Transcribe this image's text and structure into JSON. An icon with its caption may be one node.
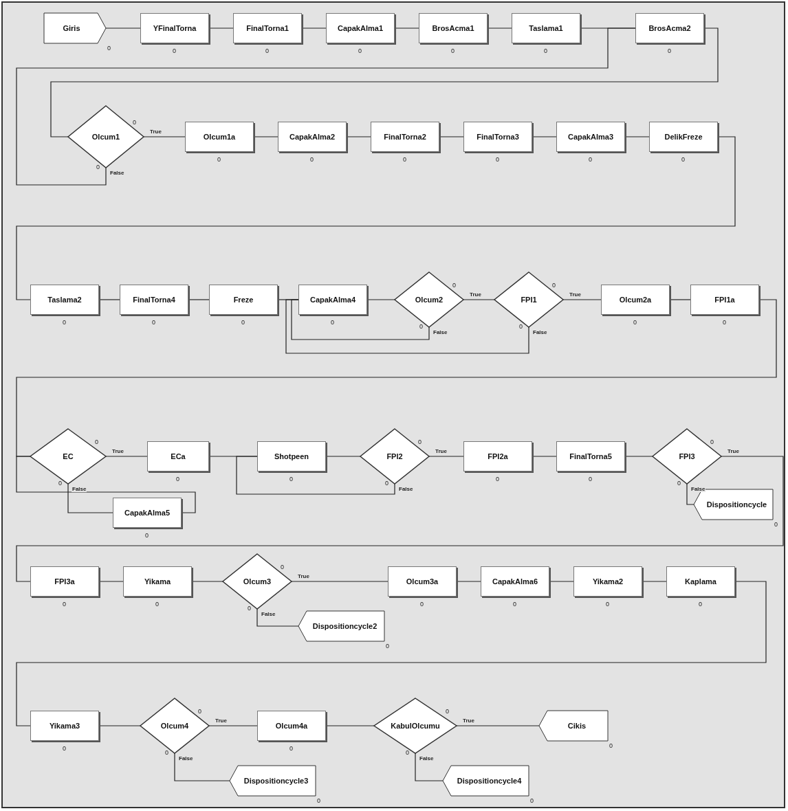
{
  "diagram": {
    "nodes": [
      {
        "text": [
          "Giris"
        ],
        "beside": [
          "0"
        ]
      },
      {
        "text": [
          "YFinalTorna"
        ],
        "beside": [
          "0"
        ]
      },
      {
        "text": [
          "FinalTorna1"
        ],
        "beside": [
          "0"
        ]
      },
      {
        "text": [
          "CapakAlma1"
        ],
        "beside": [
          "0"
        ]
      },
      {
        "text": [
          "BrosAcma1"
        ],
        "beside": [
          "0"
        ]
      },
      {
        "text": [
          "Taslama1"
        ],
        "beside": [
          "0"
        ]
      },
      {
        "text": [
          "BrosAcma2"
        ],
        "beside": [
          "0"
        ]
      },
      {
        "text": [
          "Olcum1"
        ],
        "beside": [
          "0",
          "0"
        ]
      },
      {
        "text": [
          "Olcum1a"
        ],
        "beside": [
          "0"
        ]
      },
      {
        "text": [
          "CapakAlma2"
        ],
        "beside": [
          "0"
        ]
      },
      {
        "text": [
          "FinalTorna2"
        ],
        "beside": [
          "0"
        ]
      },
      {
        "text": [
          "FinalTorna3"
        ],
        "beside": [
          "0"
        ]
      },
      {
        "text": [
          "CapakAlma3"
        ],
        "beside": [
          "0"
        ]
      },
      {
        "text": [
          "DelikFreze"
        ],
        "beside": [
          "0"
        ]
      },
      {
        "text": [
          "Taslama2"
        ],
        "beside": [
          "0"
        ]
      },
      {
        "text": [
          "FinalTorna4"
        ],
        "beside": [
          "0"
        ]
      },
      {
        "text": [
          "Freze"
        ],
        "beside": [
          "0"
        ]
      },
      {
        "text": [
          "CapakAlma4"
        ],
        "beside": [
          "0"
        ]
      },
      {
        "text": [
          "Olcum2"
        ],
        "beside": [
          "0",
          "0"
        ]
      },
      {
        "text": [
          "FPI1"
        ],
        "beside": [
          "0",
          "0"
        ]
      },
      {
        "text": [
          "Olcum2a"
        ],
        "beside": [
          "0"
        ]
      },
      {
        "text": [
          "FPI1a"
        ],
        "beside": [
          "0"
        ]
      },
      {
        "text": [
          "EC"
        ],
        "beside": [
          "0",
          "0"
        ]
      },
      {
        "text": [
          "ECa"
        ],
        "beside": [
          "0"
        ]
      },
      {
        "text": [
          "Shotpeen"
        ],
        "beside": [
          "0"
        ]
      },
      {
        "text": [
          "FPI2"
        ],
        "beside": [
          "0",
          "0"
        ]
      },
      {
        "text": [
          "FPI2a"
        ],
        "beside": [
          "0"
        ]
      },
      {
        "text": [
          "FinalTorna5"
        ],
        "beside": [
          "0"
        ]
      },
      {
        "text": [
          "FPI3"
        ],
        "beside": [
          "0",
          "0"
        ]
      },
      {
        "text": [
          "Dispositioncycle"
        ],
        "beside": [
          "0"
        ]
      },
      {
        "text": [
          "CapakAlma5"
        ],
        "beside": [
          "0"
        ]
      },
      {
        "text": [
          "FPI3a"
        ],
        "beside": [
          "0"
        ]
      },
      {
        "text": [
          "Yikama"
        ],
        "beside": [
          "0"
        ]
      },
      {
        "text": [
          "Olcum3"
        ],
        "beside": [
          "0",
          "0"
        ]
      },
      {
        "text": [
          "Olcum3a"
        ],
        "beside": [
          "0"
        ]
      },
      {
        "text": [
          "CapakAlma6"
        ],
        "beside": [
          "0"
        ]
      },
      {
        "text": [
          "Yikama2"
        ],
        "beside": [
          "0"
        ]
      },
      {
        "text": [
          "Kaplama"
        ],
        "beside": [
          "0"
        ]
      },
      {
        "text": [
          "Dispositioncycle2"
        ],
        "beside": [
          "0"
        ]
      },
      {
        "text": [
          "Yikama3"
        ],
        "beside": [
          "0"
        ]
      },
      {
        "text": [
          "Olcum4"
        ],
        "beside": [
          "0",
          "0"
        ]
      },
      {
        "text": [
          "Olcum4a"
        ],
        "beside": [
          "0"
        ]
      },
      {
        "text": [
          "KabulOlcumu"
        ],
        "beside": [
          "0",
          "0"
        ]
      },
      {
        "text": [
          "Cikis"
        ],
        "beside": [
          "0"
        ]
      },
      {
        "text": [
          "Dispositioncycle3"
        ],
        "beside": [
          "0"
        ]
      },
      {
        "text": [
          "Dispositioncycle4"
        ],
        "beside": [
          "0"
        ]
      }
    ],
    "edges": [
      {
        "from": 0,
        "to": 1,
        "arrow": "none"
      },
      {
        "from": 1,
        "to": 2,
        "arrow": "none"
      },
      {
        "from": 2,
        "to": 3,
        "arrow": "none"
      },
      {
        "from": 3,
        "to": 4,
        "arrow": "none"
      },
      {
        "from": 4,
        "to": 5,
        "arrow": "none"
      },
      {
        "from": 5,
        "to": 6,
        "arrow": "none"
      },
      {
        "from": 6,
        "to": 7,
        "arrow": "none"
      },
      {
        "from": 7,
        "to": 8,
        "label": "True",
        "arrow": "none"
      },
      {
        "from": 7,
        "to": 6,
        "label": "False",
        "arrow": "none"
      },
      {
        "from": 8,
        "to": 9,
        "arrow": "none"
      },
      {
        "from": 9,
        "to": 10,
        "arrow": "none"
      },
      {
        "from": 10,
        "to": 11,
        "arrow": "none"
      },
      {
        "from": 11,
        "to": 12,
        "arrow": "none"
      },
      {
        "from": 12,
        "to": 13,
        "arrow": "none"
      },
      {
        "from": 13,
        "to": 14,
        "arrow": "none"
      },
      {
        "from": 14,
        "to": 15,
        "arrow": "none"
      },
      {
        "from": 15,
        "to": 16,
        "arrow": "none"
      },
      {
        "from": 16,
        "to": 17,
        "arrow": "none"
      },
      {
        "from": 17,
        "to": 18,
        "arrow": "none"
      },
      {
        "from": 18,
        "to": 19,
        "label": "True",
        "arrow": "none"
      },
      {
        "from": 18,
        "to": 17,
        "label": "False",
        "arrow": "none"
      },
      {
        "from": 19,
        "to": 20,
        "label": "True",
        "arrow": "none"
      },
      {
        "from": 19,
        "to": 17,
        "label": "False",
        "arrow": "none"
      },
      {
        "from": 20,
        "to": 21,
        "arrow": "none"
      },
      {
        "from": 21,
        "to": 22,
        "arrow": "none"
      },
      {
        "from": 22,
        "to": 23,
        "label": "True",
        "arrow": "none"
      },
      {
        "from": 22,
        "to": 30,
        "label": "False",
        "arrow": "none"
      },
      {
        "from": 30,
        "to": 22,
        "arrow": "none"
      },
      {
        "from": 23,
        "to": 24,
        "arrow": "none"
      },
      {
        "from": 24,
        "to": 25,
        "arrow": "none"
      },
      {
        "from": 25,
        "to": 26,
        "label": "True",
        "arrow": "none"
      },
      {
        "from": 25,
        "to": 24,
        "label": "False",
        "arrow": "none"
      },
      {
        "from": 26,
        "to": 27,
        "arrow": "none"
      },
      {
        "from": 27,
        "to": 28,
        "arrow": "none"
      },
      {
        "from": 28,
        "to": 31,
        "label": "True",
        "arrow": "none"
      },
      {
        "from": 28,
        "to": 29,
        "label": "False",
        "arrow": "none"
      },
      {
        "from": 31,
        "to": 32,
        "arrow": "none"
      },
      {
        "from": 32,
        "to": 33,
        "arrow": "none"
      },
      {
        "from": 33,
        "to": 34,
        "label": "True",
        "arrow": "none"
      },
      {
        "from": 33,
        "to": 38,
        "label": "False",
        "arrow": "none"
      },
      {
        "from": 34,
        "to": 35,
        "arrow": "none"
      },
      {
        "from": 35,
        "to": 36,
        "arrow": "none"
      },
      {
        "from": 36,
        "to": 37,
        "arrow": "none"
      },
      {
        "from": 37,
        "to": 39,
        "arrow": "none"
      },
      {
        "from": 39,
        "to": 40,
        "arrow": "none"
      },
      {
        "from": 40,
        "to": 41,
        "label": "True",
        "arrow": "none"
      },
      {
        "from": 40,
        "to": 44,
        "label": "False",
        "arrow": "none"
      },
      {
        "from": 41,
        "to": 42,
        "arrow": "none"
      },
      {
        "from": 42,
        "to": 43,
        "label": "True",
        "arrow": "none"
      },
      {
        "from": 42,
        "to": 45,
        "label": "False",
        "arrow": "none"
      }
    ]
  }
}
